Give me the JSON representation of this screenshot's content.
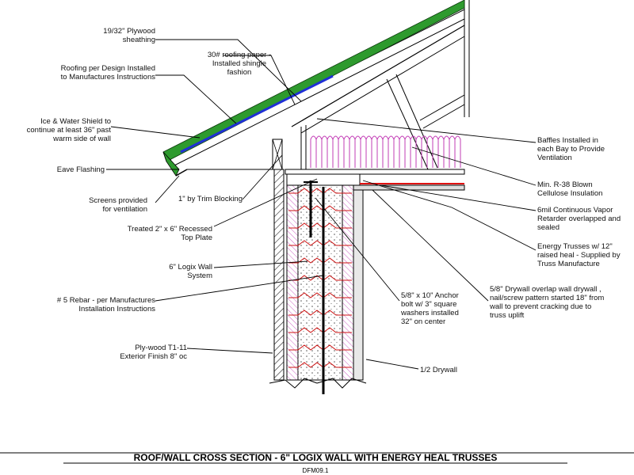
{
  "title": "ROOF/WALL CROSS SECTION - 6\" LOGIX WALL WITH ENERGY HEAL TRUSSES",
  "drawing_number": "DFM09.1",
  "colors": {
    "shingles": "#2e9a2e",
    "ice_shield": "#1f2fd6",
    "insulation": "#c23cb5",
    "vapor_retarder": "#e01010",
    "rebar": "#cc1111"
  },
  "labels": {
    "plywood_sheathing": [
      "19/32\"  Plywood",
      "sheathing"
    ],
    "roofing_paper": [
      "30# roofing paper -",
      "Installed shingle",
      "fashion"
    ],
    "roofing": [
      "Roofing per Design Installed",
      "to Manufactures Instructions"
    ],
    "ice_shield": [
      "Ice & Water Shield to",
      "continue at least 36\" past",
      "warm side of wall"
    ],
    "eave_flashing": [
      "Eave Flashing"
    ],
    "screens": [
      "Screens provided",
      "for ventilation"
    ],
    "trim_blocking": [
      "1\" by Trim Blocking"
    ],
    "top_plate": [
      "Treated 2\" x 6\"  Recessed",
      "Top Plate"
    ],
    "logix_wall": [
      "6\" Logix Wall",
      "System"
    ],
    "rebar": [
      "# 5 Rebar - per Manufactures",
      "Installation Instructions"
    ],
    "anchor_bolt": [
      "5/8\" x 10\" Anchor",
      "bolt w/ 3\" square",
      "washers installed",
      "32\" on center"
    ],
    "plywood_t111": [
      "Ply-wood T1-11",
      "Exterior Finish 8\" oc"
    ],
    "baffles": [
      "Baffles Installed in",
      "each Bay to Provide",
      "Ventilation"
    ],
    "blown_insulation": [
      "Min. R-38 Blown",
      "Cellulose Insulation"
    ],
    "vapor_retarder": [
      "6mil Continuous Vapor",
      "Retarder overlapped and",
      "sealed"
    ],
    "energy_trusses": [
      "Energy Trusses w/ 12\"",
      "raised heal - Supplied by",
      "Truss Manufacture"
    ],
    "drywall_ceiling": [
      "5/8\" Drywall overlap wall drywall ,",
      "nail/screw pattern started 18\" from",
      "wall to prevent cracking due to",
      "truss uplift"
    ],
    "drywall_wall": [
      "1/2 Drywall"
    ]
  }
}
